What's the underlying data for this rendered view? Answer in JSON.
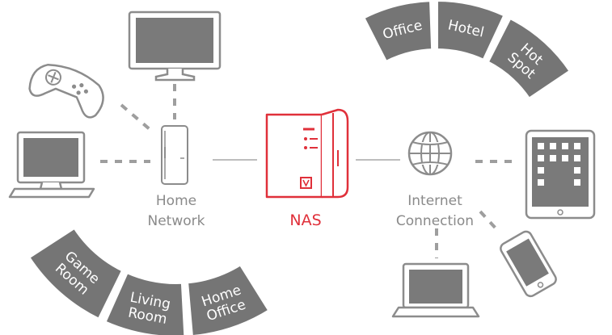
{
  "colors": {
    "device": "#8c8c8c",
    "device_fill": "#ffffff",
    "screen": "#7a7a7a",
    "link": "#bdbdbd",
    "dash": "#9e9e9e",
    "label": "#8a8a8a",
    "nas": "#e0303a",
    "segment": "#757575",
    "segment_text": "#ffffff"
  },
  "icons": [
    "monitor-icon",
    "gamepad-icon",
    "desktop-icon",
    "router-icon",
    "nas-icon",
    "globe-icon",
    "tablet-icon",
    "smartphone-icon",
    "laptop-icon"
  ],
  "labels": {
    "home_line1": "Home",
    "home_line2": "Network",
    "nas": "NAS",
    "internet_line1": "Internet",
    "internet_line2": "Connection"
  },
  "home_segments": [
    {
      "line1": "Game",
      "line2": "Room"
    },
    {
      "line1": "Living",
      "line2": "Room"
    },
    {
      "line1": "Home",
      "line2": "Office"
    }
  ],
  "internet_segments": [
    {
      "line1": "Office",
      "line2": ""
    },
    {
      "line1": "Hotel",
      "line2": ""
    },
    {
      "line1": "Hot",
      "line2": "Spot"
    }
  ]
}
